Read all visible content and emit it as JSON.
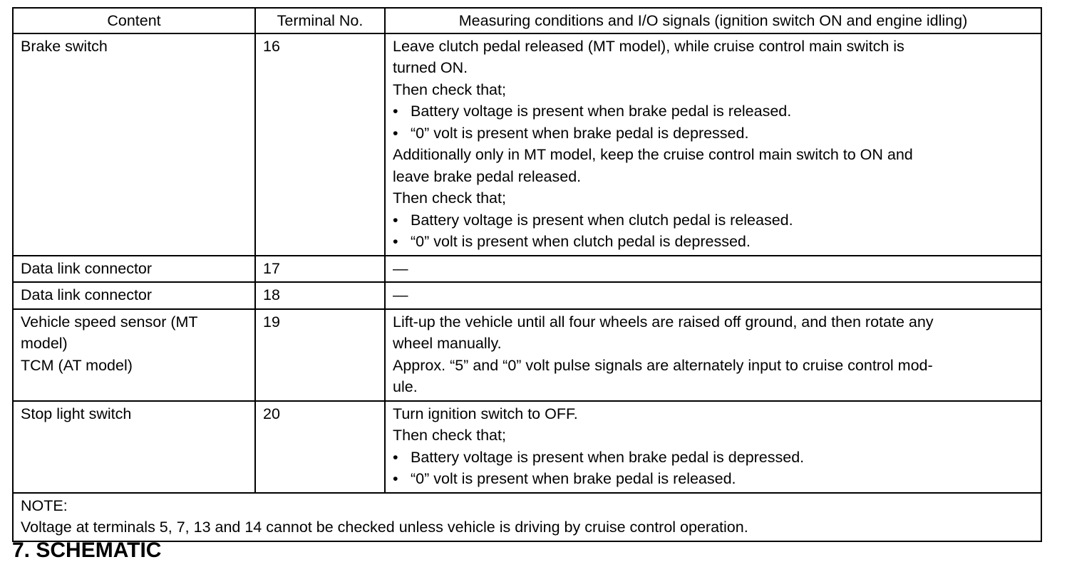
{
  "table": {
    "headers": {
      "content": "Content",
      "terminal": "Terminal No.",
      "conditions": "Measuring conditions and I/O signals (ignition switch ON and engine idling)"
    },
    "rows": [
      {
        "content": [
          "Brake switch"
        ],
        "terminal": "16",
        "lines": [
          {
            "bullet": false,
            "text": "Leave clutch pedal released (MT model), while cruise control main switch is"
          },
          {
            "bullet": false,
            "text": "turned ON."
          },
          {
            "bullet": false,
            "text": "Then check that;"
          },
          {
            "bullet": true,
            "text": "Battery voltage is present when brake pedal is released."
          },
          {
            "bullet": true,
            "text": "“0” volt is present when brake pedal is depressed."
          },
          {
            "bullet": false,
            "text": "Additionally only in MT model, keep the cruise control main switch to ON and"
          },
          {
            "bullet": false,
            "text": "leave brake pedal released."
          },
          {
            "bullet": false,
            "text": "Then check that;"
          },
          {
            "bullet": true,
            "text": "Battery voltage is present when clutch pedal is released."
          },
          {
            "bullet": true,
            "text": "“0” volt is present when clutch pedal is depressed."
          }
        ]
      },
      {
        "content": [
          "Data link connector"
        ],
        "terminal": "17",
        "dash": "—"
      },
      {
        "content": [
          "Data link connector"
        ],
        "terminal": "18",
        "dash": "—"
      },
      {
        "content": [
          "Vehicle speed sensor (MT",
          "model)",
          "TCM (AT model)"
        ],
        "terminal": "19",
        "lines": [
          {
            "bullet": false,
            "text": "Lift-up the vehicle until all four wheels are raised off ground, and then rotate any"
          },
          {
            "bullet": false,
            "text": "wheel manually."
          },
          {
            "bullet": false,
            "text": "Approx. “5” and “0” volt pulse signals are alternately input to cruise control mod-"
          },
          {
            "bullet": false,
            "text": "ule."
          }
        ]
      },
      {
        "content": [
          "Stop light switch"
        ],
        "terminal": "20",
        "lines": [
          {
            "bullet": false,
            "text": "Turn ignition switch to OFF."
          },
          {
            "bullet": false,
            "text": "Then check that;"
          },
          {
            "bullet": true,
            "text": "Battery voltage is present when brake pedal is depressed."
          },
          {
            "bullet": true,
            "text": "“0” volt is present when brake pedal is released."
          }
        ]
      }
    ],
    "note": {
      "label": "NOTE:",
      "text": "Voltage at terminals 5, 7, 13 and 14 cannot be checked unless vehicle is driving by cruise control operation."
    }
  },
  "bullet_glyph": "•",
  "cutoff_heading": "7. SCHEMATIC"
}
